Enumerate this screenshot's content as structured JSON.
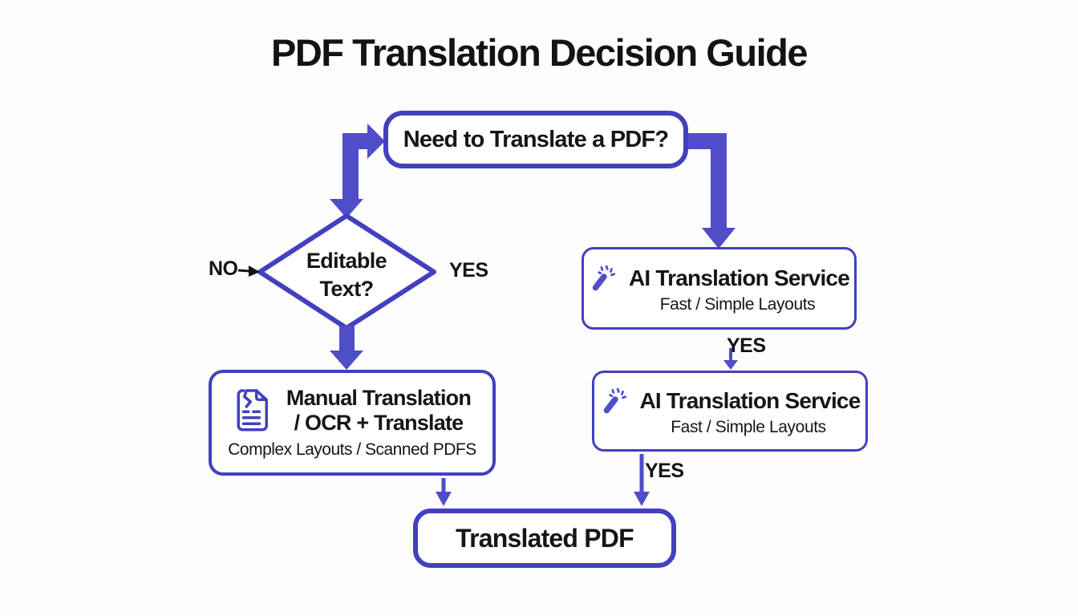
{
  "title": "PDF Translation Decision Guide",
  "colors": {
    "border_indigo": "#4340bd",
    "arrow_indigo": "#4f4dc8",
    "ink": "#161616"
  },
  "nodes": {
    "start": {
      "label": "Need to Translate a PDF?"
    },
    "decision": {
      "label_line1": "Editable",
      "label_line2": "Text?"
    },
    "manual": {
      "icon": "torn-document-icon",
      "title_line1": "Manual Translation",
      "title_line2": "/ OCR + Translate",
      "subtitle": "Complex Layouts / Scanned PDFS"
    },
    "ai_primary": {
      "icon": "magic-wand-icon",
      "title": "AI Translation Service",
      "subtitle": "Fast / Simple Layouts"
    },
    "ai_secondary": {
      "icon": "magic-wand-icon",
      "title": "AI Translation Service",
      "subtitle": "Fast / Simple Layouts"
    },
    "result": {
      "label": "Translated PDF"
    }
  },
  "edges": {
    "no": {
      "label": "NO"
    },
    "yes_decision": {
      "label": "YES"
    },
    "yes_ai_primary": {
      "label": "YES"
    },
    "yes_ai_secondary": {
      "label": "YES"
    }
  }
}
